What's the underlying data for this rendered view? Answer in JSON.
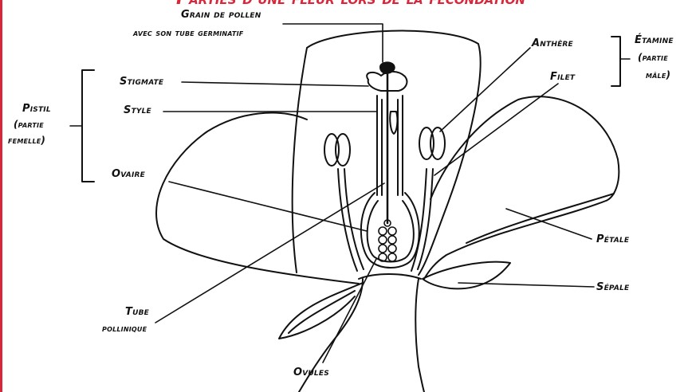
{
  "title": "Parties d'une fleur lors de la fécondation",
  "colors": {
    "title": "#d9263a",
    "frame": "#d9263a",
    "ink": "#111111"
  },
  "labels": {
    "grain_line1": "Grain de pollen",
    "grain_line2": "avec son tube germinatif",
    "stigmate": "Stigmate",
    "style": "Style",
    "pistil_line1": "Pistil",
    "pistil_line2": "(partie",
    "pistil_line3": "femelle)",
    "ovaire": "Ovaire",
    "tube_line1": "Tube",
    "tube_line2": "pollinique",
    "ovules": "Ovules",
    "anthere": "Anthère",
    "filet": "Filet",
    "etamine_line1": "Étamine",
    "etamine_line2": "(partie",
    "etamine_line3": "mâle)",
    "petale": "Pétale",
    "sepale": "Sépale"
  }
}
